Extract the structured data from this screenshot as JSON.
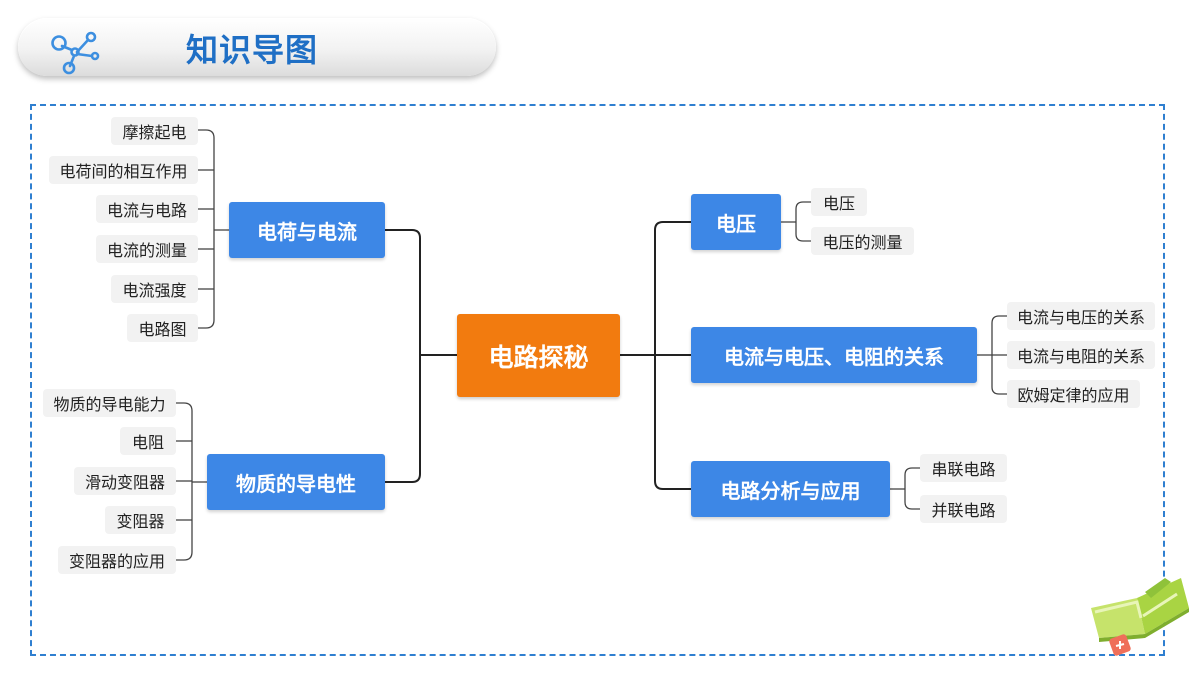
{
  "header": {
    "title": "知识导图",
    "icon": "molecule-network-icon"
  },
  "mindmap": {
    "central": "电路探秘",
    "branches": [
      {
        "label": "电荷与电流",
        "items": [
          "摩擦起电",
          "电荷间的相互作用",
          "电流与电路",
          "电流的测量",
          "电流强度",
          "电路图"
        ]
      },
      {
        "label": "物质的导电性",
        "items": [
          "物质的导电能力",
          "电阻",
          "滑动变阻器",
          "变阻器",
          "变阻器的应用"
        ]
      },
      {
        "label": "电压",
        "items": [
          "电压",
          "电压的测量"
        ]
      },
      {
        "label": "电流与电压、电阻的关系",
        "items": [
          "电流与电压的关系",
          "电流与电阻的关系",
          "欧姆定律的应用"
        ]
      },
      {
        "label": "电路分析与应用",
        "items": [
          "串联电路",
          "并联电路"
        ]
      }
    ]
  },
  "colors": {
    "central": "#f27b0f",
    "branch": "#3d87e6",
    "leaf_bg": "#f2f2f2",
    "title": "#1f6fc5",
    "frame": "#2f7fd0"
  }
}
